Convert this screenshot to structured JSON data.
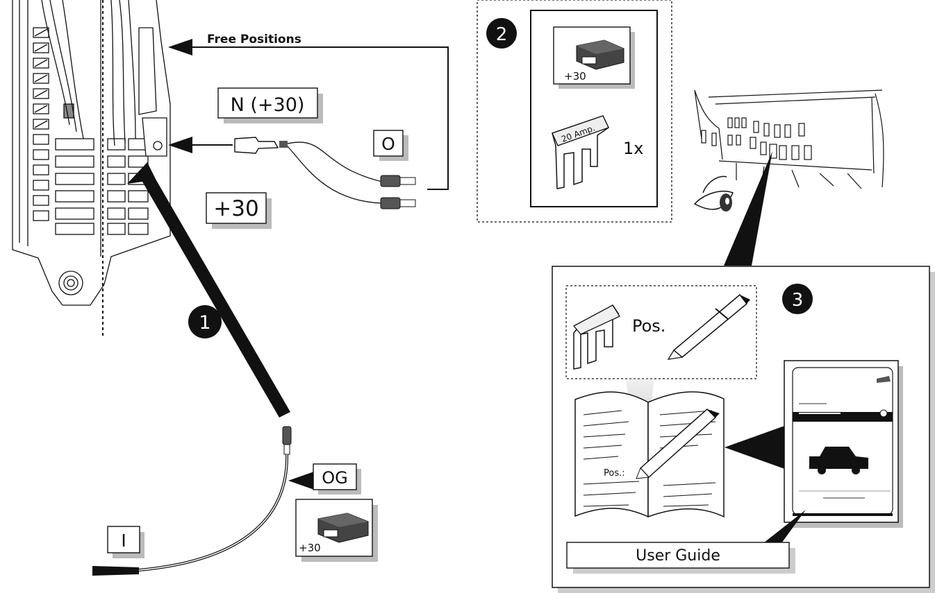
{
  "labels": {
    "free_positions": "Free Positions",
    "n_plus30": "N (+30)",
    "o": "O",
    "plus30_big": "+30",
    "og": "OG",
    "i": "I",
    "fuse_rating": "20 Amp.",
    "quantity": "1x",
    "pos_large": "Pos.",
    "pos_small": "Pos.:",
    "module_label": "+30",
    "module_label_2": "+30",
    "user_guide": "User Guide"
  },
  "steps": [
    "1",
    "2",
    "3"
  ]
}
